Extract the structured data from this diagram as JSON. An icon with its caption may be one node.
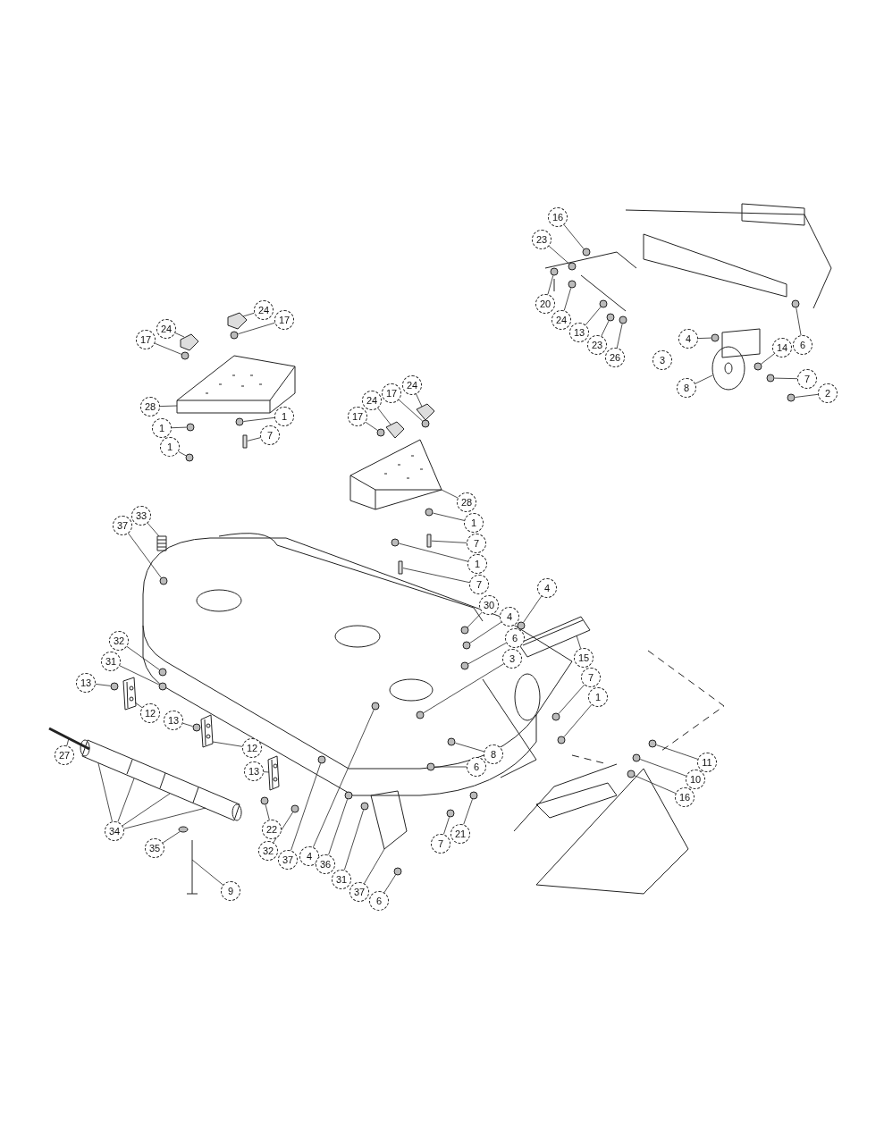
{
  "diagram": {
    "nodes": [
      {
        "text": [
          "16"
        ]
      },
      {
        "text": [
          "23"
        ]
      },
      {
        "text": [
          "20"
        ]
      },
      {
        "text": [
          "24"
        ]
      },
      {
        "text": [
          "13"
        ]
      },
      {
        "text": [
          "23"
        ]
      },
      {
        "text": [
          "26"
        ]
      },
      {
        "text": [
          "4"
        ]
      },
      {
        "text": [
          "14"
        ]
      },
      {
        "text": [
          "6"
        ]
      },
      {
        "text": [
          "8"
        ]
      },
      {
        "text": [
          "7"
        ]
      },
      {
        "text": [
          "2"
        ]
      },
      {
        "text": [
          "24"
        ]
      },
      {
        "text": [
          "17"
        ]
      },
      {
        "text": [
          "24"
        ]
      },
      {
        "text": [
          "17"
        ]
      },
      {
        "text": [
          "28"
        ]
      },
      {
        "text": [
          "1"
        ]
      },
      {
        "text": [
          "1"
        ]
      },
      {
        "text": [
          "7"
        ]
      },
      {
        "text": [
          "1"
        ]
      },
      {
        "text": [
          "17"
        ]
      },
      {
        "text": [
          "24"
        ]
      },
      {
        "text": [
          "17"
        ]
      },
      {
        "text": [
          "24"
        ]
      },
      {
        "text": [
          "28"
        ]
      },
      {
        "text": [
          "1"
        ]
      },
      {
        "text": [
          "7"
        ]
      },
      {
        "text": [
          "1"
        ]
      },
      {
        "text": [
          "7"
        ]
      },
      {
        "text": [
          "30"
        ]
      },
      {
        "text": [
          "4"
        ]
      },
      {
        "text": [
          "6"
        ]
      },
      {
        "text": [
          "3"
        ]
      },
      {
        "text": [
          "4"
        ]
      },
      {
        "text": [
          "37"
        ]
      },
      {
        "text": [
          "33"
        ]
      },
      {
        "text": [
          "32"
        ]
      },
      {
        "text": [
          "31"
        ]
      },
      {
        "text": [
          "13"
        ]
      },
      {
        "text": [
          "12"
        ]
      },
      {
        "text": [
          "13"
        ]
      },
      {
        "text": [
          "12"
        ]
      },
      {
        "text": [
          "13"
        ]
      },
      {
        "text": [
          "27"
        ]
      },
      {
        "text": [
          "34"
        ]
      },
      {
        "text": [
          "35"
        ]
      },
      {
        "text": [
          "9"
        ]
      },
      {
        "text": [
          "22"
        ]
      },
      {
        "text": [
          "32"
        ]
      },
      {
        "text": [
          "37"
        ]
      },
      {
        "text": [
          "4"
        ]
      },
      {
        "text": [
          "36"
        ]
      },
      {
        "text": [
          "31"
        ]
      },
      {
        "text": [
          "37"
        ]
      },
      {
        "text": [
          "6"
        ]
      },
      {
        "text": [
          "7"
        ]
      },
      {
        "text": [
          "21"
        ]
      },
      {
        "text": [
          "8"
        ]
      },
      {
        "text": [
          "6"
        ]
      },
      {
        "text": [
          "15"
        ]
      },
      {
        "text": [
          "7"
        ]
      },
      {
        "text": [
          "1"
        ]
      },
      {
        "text": [
          "11"
        ]
      },
      {
        "text": [
          "10"
        ]
      },
      {
        "text": [
          "16"
        ]
      },
      {
        "text": [
          "3"
        ]
      },
      {
        "text": [],
        "shape": "circle"
      },
      {
        "text": [],
        "shape": "circle"
      },
      {
        "text": [],
        "shape": "circle"
      },
      {
        "text": [],
        "shape": "circle"
      },
      {
        "text": [],
        "shape": "circle"
      },
      {
        "text": [],
        "shape": "circle"
      },
      {
        "text": [],
        "shape": "circle"
      },
      {
        "text": [],
        "shape": "circle"
      },
      {
        "text": [],
        "shape": "circle"
      },
      {
        "text": [],
        "shape": "circle"
      },
      {
        "text": [],
        "shape": "picture"
      },
      {
        "text": [],
        "shape": "circle"
      },
      {
        "text": [],
        "shape": "circle"
      },
      {
        "text": [],
        "shape": "picture"
      },
      {
        "text": [],
        "shape": "circle"
      },
      {
        "text": [],
        "shape": "picture"
      },
      {
        "text": [],
        "shape": "circle"
      },
      {
        "text": [],
        "shape": "picture"
      },
      {
        "text": [],
        "shape": "circle"
      },
      {
        "text": [],
        "shape": "circle"
      },
      {
        "text": [],
        "shape": "box"
      },
      {
        "text": [],
        "shape": "circle"
      },
      {
        "text": [],
        "shape": "circle"
      },
      {
        "text": [],
        "shape": "picture"
      },
      {
        "text": [],
        "shape": "circle"
      },
      {
        "text": [],
        "shape": "picture"
      },
      {
        "text": [],
        "shape": "picture"
      },
      {
        "text": [],
        "shape": "circle"
      },
      {
        "text": [],
        "shape": "box"
      },
      {
        "text": [],
        "shape": "circle"
      },
      {
        "text": [],
        "shape": "box"
      },
      {
        "text": [],
        "shape": "circle"
      },
      {
        "text": [],
        "shape": "circle"
      },
      {
        "text": [],
        "shape": "circle"
      },
      {
        "text": [],
        "shape": "circle"
      },
      {
        "text": [],
        "shape": "circle"
      },
      {
        "text": [],
        "shape": "circle"
      },
      {
        "text": [],
        "shape": "picture"
      },
      {
        "text": [],
        "shape": "circle"
      },
      {
        "text": [],
        "shape": "circle"
      },
      {
        "text": [],
        "shape": "circle"
      },
      {
        "text": [],
        "shape": "picture"
      },
      {
        "text": [],
        "shape": "circle"
      },
      {
        "text": [],
        "shape": "picture"
      },
      {
        "text": [],
        "shape": "picture"
      },
      {
        "text": [],
        "shape": "picture"
      },
      {
        "text": [],
        "shape": "picture"
      },
      {
        "text": [],
        "shape": "circle"
      },
      {
        "text": [],
        "shape": "picture"
      },
      {
        "text": [],
        "shape": "circle"
      },
      {
        "text": [],
        "shape": "circle"
      },
      {
        "text": [],
        "shape": "circle"
      },
      {
        "text": [],
        "shape": "circle"
      },
      {
        "text": [],
        "shape": "circle"
      },
      {
        "text": [],
        "shape": "circle"
      },
      {
        "text": [],
        "shape": "picture"
      },
      {
        "text": [],
        "shape": "circle"
      },
      {
        "text": [],
        "shape": "circle"
      },
      {
        "text": [],
        "shape": "circle"
      },
      {
        "text": [],
        "shape": "circle"
      },
      {
        "text": [],
        "shape": "circle"
      },
      {
        "text": [],
        "shape": "picture"
      },
      {
        "text": [],
        "shape": "circle"
      },
      {
        "text": [],
        "shape": "circle"
      },
      {
        "text": [],
        "shape": "circle"
      },
      {
        "text": [],
        "shape": "circle"
      },
      {
        "text": [],
        "shape": "circle"
      }
    ],
    "edges": [
      {
        "from": 0,
        "to": 68,
        "arrow": "none"
      },
      {
        "from": 1,
        "to": 69,
        "arrow": "none"
      },
      {
        "from": 2,
        "to": 70,
        "arrow": "none"
      },
      {
        "from": 3,
        "to": 71,
        "arrow": "none"
      },
      {
        "from": 4,
        "to": 72,
        "arrow": "none"
      },
      {
        "from": 5,
        "to": 73,
        "arrow": "none"
      },
      {
        "from": 6,
        "to": 74,
        "arrow": "none"
      },
      {
        "from": 7,
        "to": 75,
        "arrow": "none"
      },
      {
        "from": 8,
        "to": 76,
        "arrow": "none"
      },
      {
        "from": 9,
        "to": 77,
        "arrow": "none"
      },
      {
        "from": 10,
        "to": 78,
        "arrow": "none"
      },
      {
        "from": 11,
        "to": 79,
        "arrow": "none"
      },
      {
        "from": 12,
        "to": 80,
        "arrow": "none"
      },
      {
        "from": 13,
        "to": 81,
        "arrow": "none"
      },
      {
        "from": 14,
        "to": 82,
        "arrow": "none"
      },
      {
        "from": 15,
        "to": 83,
        "arrow": "none"
      },
      {
        "from": 16,
        "to": 84,
        "arrow": "none"
      },
      {
        "from": 17,
        "to": 85,
        "arrow": "none"
      },
      {
        "from": 18,
        "to": 86,
        "arrow": "none"
      },
      {
        "from": 19,
        "to": 87,
        "arrow": "none"
      },
      {
        "from": 20,
        "to": 88,
        "arrow": "none"
      },
      {
        "from": 21,
        "to": 89,
        "arrow": "none"
      },
      {
        "from": 22,
        "to": 90,
        "arrow": "none"
      },
      {
        "from": 23,
        "to": 91,
        "arrow": "none"
      },
      {
        "from": 24,
        "to": 92,
        "arrow": "none"
      },
      {
        "from": 25,
        "to": 93,
        "arrow": "none"
      },
      {
        "from": 26,
        "to": 94,
        "arrow": "none"
      },
      {
        "from": 27,
        "to": 95,
        "arrow": "none"
      },
      {
        "from": 28,
        "to": 96,
        "arrow": "none"
      },
      {
        "from": 29,
        "to": 97,
        "arrow": "none"
      },
      {
        "from": 30,
        "to": 98,
        "arrow": "none"
      },
      {
        "from": 31,
        "to": 99,
        "arrow": "none"
      },
      {
        "from": 32,
        "to": 100,
        "arrow": "none"
      },
      {
        "from": 33,
        "to": 101,
        "arrow": "none"
      },
      {
        "from": 34,
        "to": 102,
        "arrow": "none"
      },
      {
        "from": 35,
        "to": 103,
        "arrow": "none"
      },
      {
        "from": 36,
        "to": 104,
        "arrow": "none"
      },
      {
        "from": 37,
        "to": 105,
        "arrow": "none"
      },
      {
        "from": 38,
        "to": 106,
        "arrow": "none"
      },
      {
        "from": 39,
        "to": 107,
        "arrow": "none"
      },
      {
        "from": 40,
        "to": 108,
        "arrow": "none"
      },
      {
        "from": 41,
        "to": 109,
        "arrow": "none"
      },
      {
        "from": 42,
        "to": 110,
        "arrow": "none"
      },
      {
        "from": 43,
        "to": 111,
        "arrow": "none"
      },
      {
        "from": 44,
        "to": 112,
        "arrow": "none"
      },
      {
        "from": 45,
        "to": 113,
        "arrow": "none"
      },
      {
        "from": 46,
        "to": 114,
        "arrow": "none"
      },
      {
        "from": 46,
        "to": 114,
        "arrow": "none"
      },
      {
        "from": 46,
        "to": 114,
        "arrow": "none"
      },
      {
        "from": 46,
        "to": 114,
        "arrow": "none"
      },
      {
        "from": 47,
        "to": 115,
        "arrow": "none"
      },
      {
        "from": 48,
        "to": 116,
        "arrow": "none"
      },
      {
        "from": 49,
        "to": 117,
        "arrow": "none"
      },
      {
        "from": 50,
        "to": 118,
        "arrow": "none"
      },
      {
        "from": 51,
        "to": 119,
        "arrow": "none"
      },
      {
        "from": 52,
        "to": 120,
        "arrow": "none"
      },
      {
        "from": 53,
        "to": 121,
        "arrow": "none"
      },
      {
        "from": 54,
        "to": 122,
        "arrow": "none"
      },
      {
        "from": 55,
        "to": 123,
        "arrow": "none"
      },
      {
        "from": 56,
        "to": 124,
        "arrow": "none"
      },
      {
        "from": 57,
        "to": 125,
        "arrow": "none"
      },
      {
        "from": 58,
        "to": 126,
        "arrow": "none"
      },
      {
        "from": 59,
        "to": 127,
        "arrow": "none"
      },
      {
        "from": 60,
        "to": 128,
        "arrow": "none"
      },
      {
        "from": 61,
        "to": 129,
        "arrow": "none"
      },
      {
        "from": 62,
        "to": 130,
        "arrow": "none"
      },
      {
        "from": 63,
        "to": 131,
        "arrow": "none"
      },
      {
        "from": 64,
        "to": 132,
        "arrow": "none"
      },
      {
        "from": 65,
        "to": 133,
        "arrow": "none"
      },
      {
        "from": 66,
        "to": 134,
        "arrow": "none"
      }
    ]
  }
}
